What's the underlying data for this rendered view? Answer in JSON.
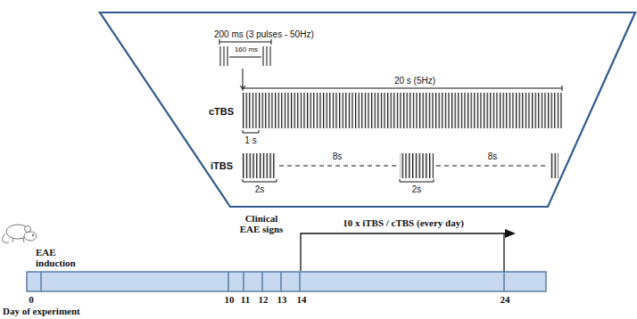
{
  "diagram": {
    "labels": [
      "200 ms (3 pulses - 50Hz)",
      "160 ms",
      "20 s (5Hz)",
      "cTBS",
      "1 s",
      "iTBS",
      "8s",
      "8s",
      "2s",
      "2s",
      "10 x iTBS / cTBS (every day)",
      "Clinical EAE signs",
      "EAE induction",
      "0",
      "10",
      "11",
      "12",
      "13",
      "14",
      "24",
      "Day of experiment"
    ]
  }
}
